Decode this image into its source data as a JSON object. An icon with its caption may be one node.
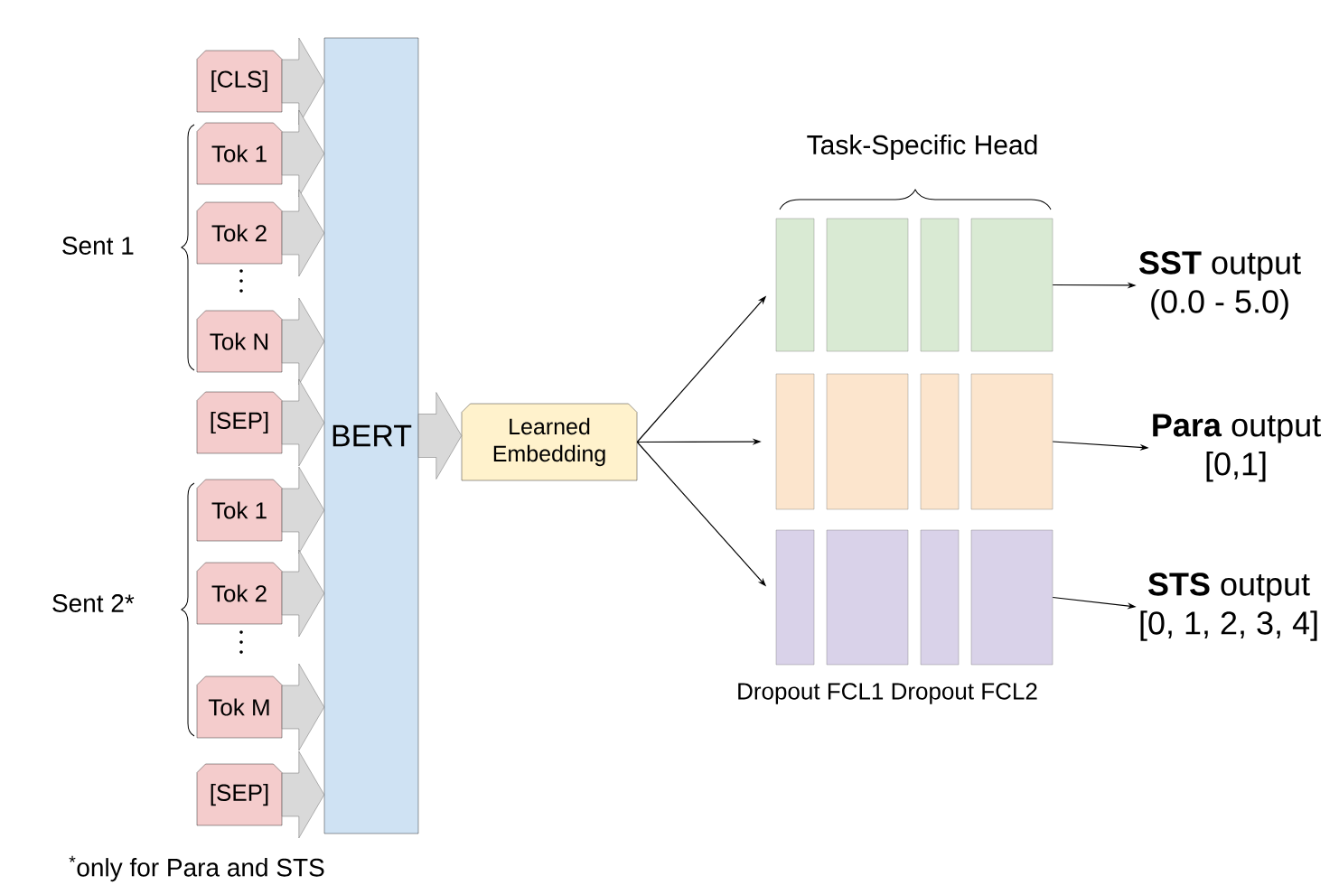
{
  "diagram": {
    "nodes": [
      {
        "text": [
          "[CLS]"
        ]
      },
      {
        "text": [
          "Tok 1"
        ]
      },
      {
        "text": [
          "Tok 2"
        ]
      },
      {
        "text": [
          "Tok N"
        ]
      },
      {
        "text": [
          "[SEP]"
        ]
      },
      {
        "text": [
          "Tok 1"
        ]
      },
      {
        "text": [
          "Tok 2"
        ]
      },
      {
        "text": [
          "Tok M"
        ]
      },
      {
        "text": [
          "[SEP]"
        ]
      },
      {
        "text": [
          "BERT"
        ]
      },
      {
        "text": [
          "Learned Embedding"
        ]
      },
      {
        "text": [],
        "shape": "box"
      },
      {
        "text": [],
        "shape": "box"
      },
      {
        "text": [],
        "shape": "box"
      },
      {
        "text": [],
        "shape": "box"
      },
      {
        "text": [],
        "shape": "box"
      },
      {
        "text": [],
        "shape": "box"
      },
      {
        "text": [],
        "shape": "box"
      },
      {
        "text": [],
        "shape": "box"
      },
      {
        "text": [],
        "shape": "box"
      },
      {
        "text": [],
        "shape": "box"
      },
      {
        "text": [],
        "shape": "box"
      },
      {
        "text": [],
        "shape": "box"
      },
      {
        "text": [
          "**SST** output",
          "(0.0 - 5.0)"
        ]
      },
      {
        "text": [
          "**Para** output",
          "[0,1]"
        ]
      },
      {
        "text": [
          "**STS** output",
          "[0, 1, 2, 3, 4]"
        ]
      }
    ],
    "edges": [
      {
        "from": 0,
        "to": 9,
        "arrow": "to",
        "style": "thick"
      },
      {
        "from": 1,
        "to": 9,
        "arrow": "to",
        "style": "thick"
      },
      {
        "from": 2,
        "to": 9,
        "arrow": "to",
        "style": "thick"
      },
      {
        "from": 3,
        "to": 9,
        "arrow": "to",
        "style": "thick"
      },
      {
        "from": 4,
        "to": 9,
        "arrow": "to",
        "style": "thick"
      },
      {
        "from": 5,
        "to": 9,
        "arrow": "to",
        "style": "thick"
      },
      {
        "from": 6,
        "to": 9,
        "arrow": "to",
        "style": "thick"
      },
      {
        "from": 7,
        "to": 9,
        "arrow": "to",
        "style": "thick"
      },
      {
        "from": 8,
        "to": 9,
        "arrow": "to",
        "style": "thick"
      },
      {
        "from": 9,
        "to": 10,
        "arrow": "to",
        "style": "thick"
      },
      {
        "from": 10,
        "to": 11,
        "arrow": "to"
      },
      {
        "from": 10,
        "to": 15,
        "arrow": "to"
      },
      {
        "from": 10,
        "to": 19,
        "arrow": "to"
      },
      {
        "from": 14,
        "to": 23,
        "arrow": "to"
      },
      {
        "from": 18,
        "to": 24,
        "arrow": "to"
      },
      {
        "from": 22,
        "to": 25,
        "arrow": "to"
      }
    ],
    "labels": [
      "Task-Specific Head",
      "Sent 1",
      "Sent 2*",
      "Dropout FCL1 Dropout FCL2",
      "$^{*}$only for Para and STS"
    ]
  }
}
